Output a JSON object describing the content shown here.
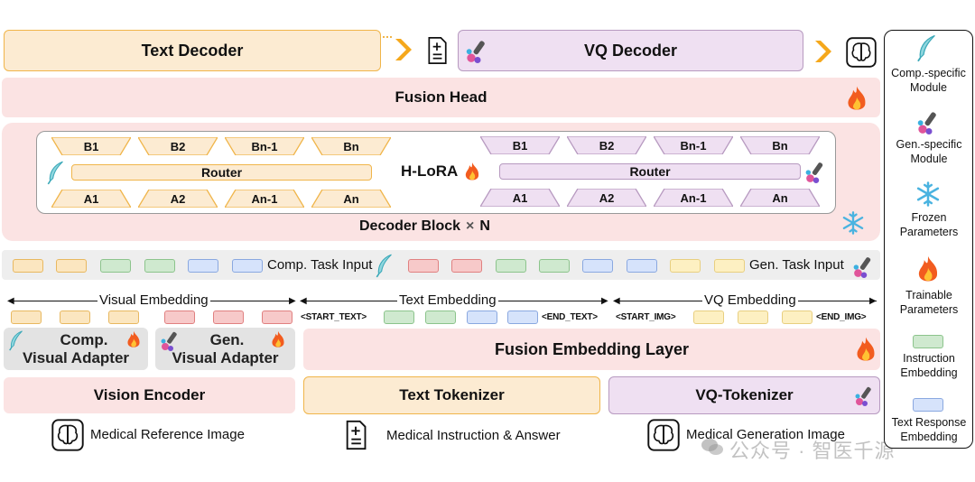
{
  "top": {
    "text_decoder": "Text Decoder",
    "vq_decoder": "VQ Decoder"
  },
  "fusion_head": "Fusion Head",
  "hlora": {
    "top_left": [
      "B1",
      "B2",
      "Bn-1",
      "Bn"
    ],
    "bottom_left": [
      "A1",
      "A2",
      "An-1",
      "An"
    ],
    "top_right": [
      "B1",
      "B2",
      "Bn-1",
      "Bn"
    ],
    "bottom_right": [
      "A1",
      "A2",
      "An-1",
      "An"
    ],
    "router_left": "Router",
    "router_right": "Router",
    "label": "H-LoRA",
    "decoder_block": "Decoder Block",
    "times": "×",
    "n": "N"
  },
  "task_inputs": {
    "comp": "Comp. Task Input",
    "gen": "Gen. Task Input"
  },
  "embeddings": {
    "visual": "Visual Embedding",
    "text": "Text Embedding",
    "vq": "VQ Embedding",
    "start_text": "<START_TEXT>",
    "end_text": "<END_TEXT>",
    "start_img": "<START_IMG>",
    "end_img": "<END_IMG>"
  },
  "adapters": {
    "comp_line1": "Comp.",
    "comp_line2": "Visual Adapter",
    "gen_line1": "Gen.",
    "gen_line2": "Visual Adapter"
  },
  "fusion_embedding": "Fusion Embedding Layer",
  "encoders": {
    "vision": "Vision Encoder",
    "text_tok": "Text Tokenizer",
    "vq_tok": "VQ-Tokenizer"
  },
  "inputs": {
    "ref_image": "Medical Reference Image",
    "instruction": "Medical Instruction & Answer",
    "gen_image": "Medical Generation Image"
  },
  "legend": {
    "comp_specific": "Comp.-specific Module",
    "gen_specific": "Gen.-specific Module",
    "frozen": "Frozen Parameters",
    "trainable": "Trainable Parameters",
    "instruction_emb": "Instruction Embedding",
    "text_response_emb": "Text Response Embedding"
  },
  "watermark": "公众号 · 智医千源",
  "colors": {
    "orange_fill": "#fcebd2",
    "orange_border": "#f0b54a",
    "purple_fill": "#efe0f2",
    "purple_border": "#b79ac0",
    "pink_fill": "#fbe3e3"
  }
}
